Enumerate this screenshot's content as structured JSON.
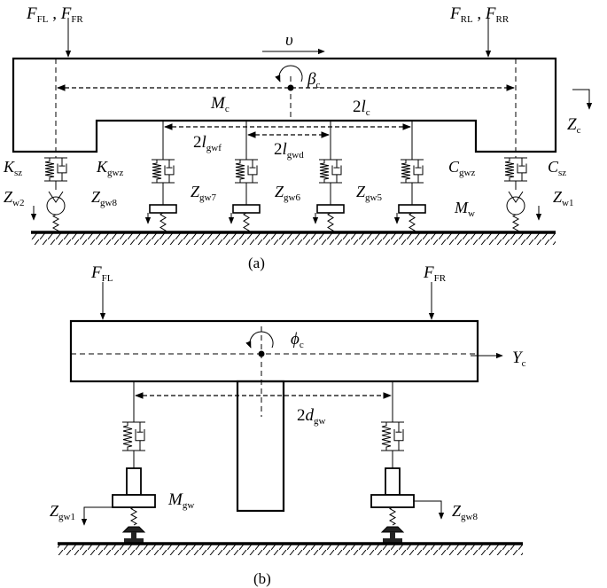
{
  "colors": {
    "ink": "#000000",
    "background": "#ffffff"
  },
  "panel_a": {
    "caption": "(a)",
    "velocity": "υ",
    "force_front": {
      "a_main": "F",
      "a_sub": "FL",
      "b_main": "F",
      "b_sub": "FR",
      "sep": " , "
    },
    "force_rear": {
      "a_main": "F",
      "a_sub": "RL",
      "b_main": "F",
      "b_sub": "RR",
      "sep": " , "
    },
    "car_mass": {
      "main": "M",
      "sub": "c"
    },
    "pitch": {
      "main": "β",
      "sub": "c"
    },
    "half_length": {
      "pre": "2",
      "main": "l",
      "sub": "c"
    },
    "car_vertical": {
      "main": "Z",
      "sub": "c"
    },
    "wheel_base_f": {
      "pre": "2",
      "main": "l",
      "sub": "gwf"
    },
    "wheel_base_d": {
      "pre": "2",
      "main": "l",
      "sub": "gwd"
    },
    "k_sz": {
      "main": "K",
      "sub": "sz"
    },
    "k_gwz": {
      "main": "K",
      "sub": "gwz"
    },
    "c_gwz": {
      "main": "C",
      "sub": "gwz"
    },
    "c_sz": {
      "main": "C",
      "sub": "sz"
    },
    "z_w2": {
      "main": "Z",
      "sub": "w2"
    },
    "z_gw8": {
      "main": "Z",
      "sub": "gw8"
    },
    "z_gw7": {
      "main": "Z",
      "sub": "gw7"
    },
    "z_gw6": {
      "main": "Z",
      "sub": "gw6"
    },
    "z_gw5": {
      "main": "Z",
      "sub": "gw5"
    },
    "m_w": {
      "main": "M",
      "sub": "w"
    },
    "z_w1": {
      "main": "Z",
      "sub": "w1"
    }
  },
  "panel_b": {
    "caption": "(b)",
    "force_l": {
      "main": "F",
      "sub": "FL"
    },
    "force_r": {
      "main": "F",
      "sub": "FR"
    },
    "roll": {
      "main": "ϕ",
      "sub": "c"
    },
    "lateral": {
      "main": "Y",
      "sub": "c"
    },
    "track": {
      "pre": "2",
      "main": "d",
      "sub": "gw"
    },
    "m_gw": {
      "main": "M",
      "sub": "gw"
    },
    "z_gw1": {
      "main": "Z",
      "sub": "gw1"
    },
    "z_gw8": {
      "main": "Z",
      "sub": "gw8"
    }
  }
}
